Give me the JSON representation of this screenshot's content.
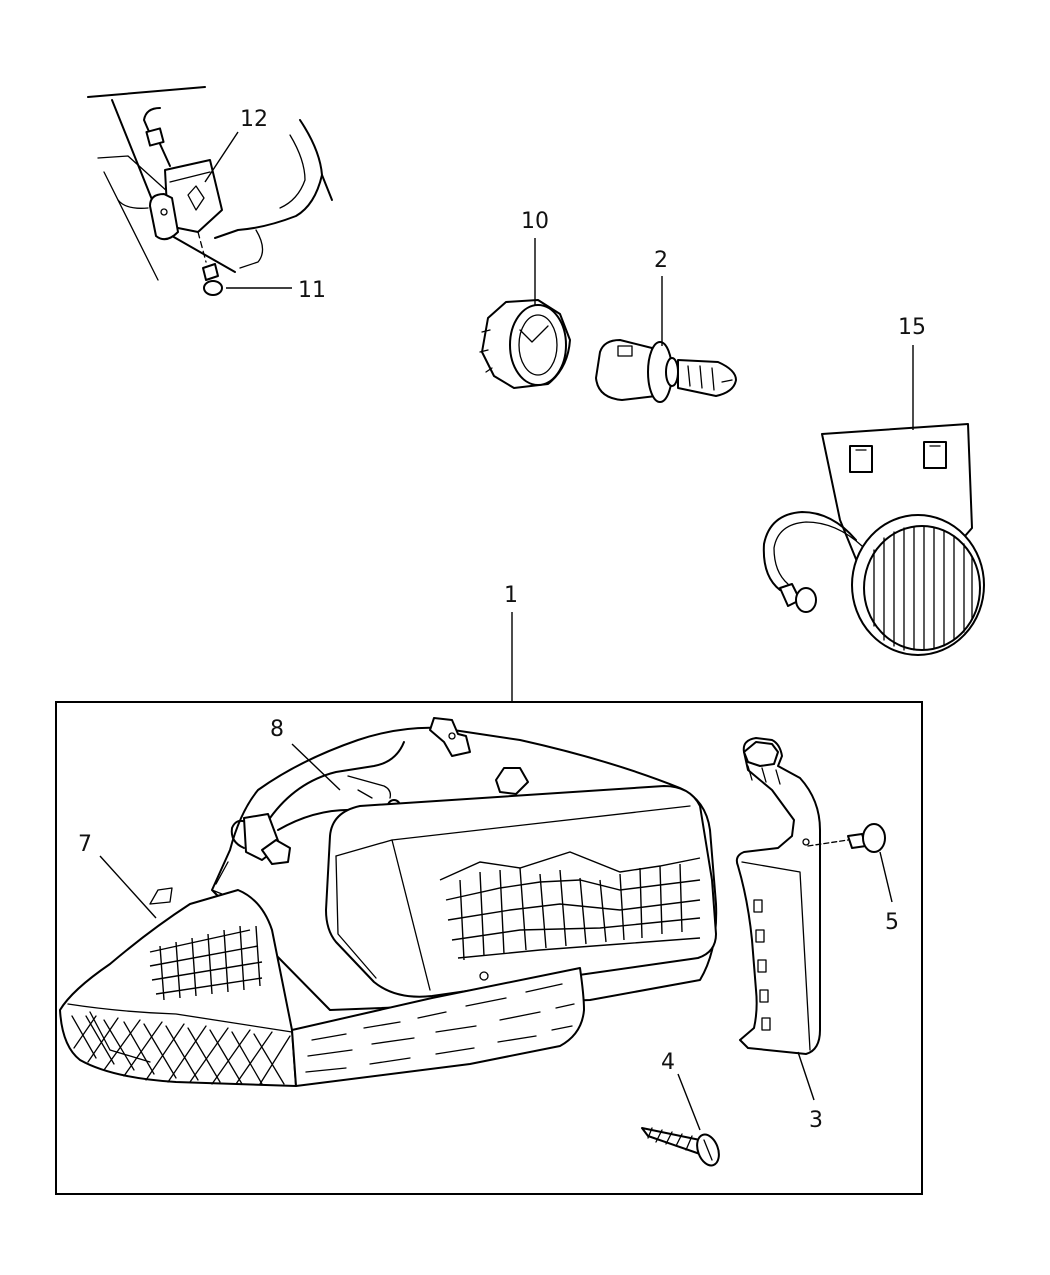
{
  "diagram": {
    "callouts": {
      "c1": "1",
      "c2": "2",
      "c3": "3",
      "c4": "4",
      "c5": "5",
      "c7": "7",
      "c8": "8",
      "c10": "10",
      "c11": "11",
      "c12": "12",
      "c15": "15"
    }
  }
}
